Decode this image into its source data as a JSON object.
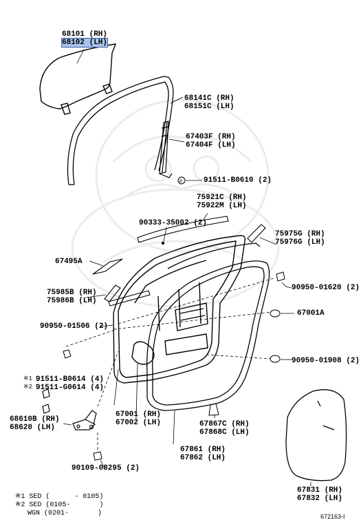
{
  "labels": {
    "p68101": "68101 (RH)",
    "p68102": "68102 (LH)",
    "p68141c": "68141C (RH)",
    "p68151c": "68151C (LH)",
    "p67403f": "67403F (RH)",
    "p67404f": "67404F (LH)",
    "p91511b0610": "91511-B0610 (2)",
    "p75921c": "75921C (RH)",
    "p75922m": "75922M (LH)",
    "p9033335002": "90333-35002 (2)",
    "p75975g": "75975G (RH)",
    "p75976g": "75976G (LH)",
    "p67495a": "67495A",
    "p9095001620": "90950-01620 (2)",
    "p75985b": "75985B (RH)",
    "p75986b": "75986B (LH)",
    "p67001a": "67001A",
    "p9095001506": "90950-01506 (2)",
    "p9095001908": "90950-01908 (2)",
    "p91511b0614": "91511-B0614 (4)",
    "p91511g0614": "91511-G0614 (4)",
    "mark1": "※1",
    "mark2": "※2",
    "p68610b": "68610B (RH)",
    "p68620": "68620 (LH)",
    "p67001": "67001 (RH)",
    "p67002": "67002 (LH)",
    "p67867c": "67867C (RH)",
    "p67868c": "67868C (LH)",
    "p67861": "67861 (RH)",
    "p67862": "67862 (LH)",
    "p9010908295": "90109-08295 (2)",
    "p67831": "67831 (RH)",
    "p67832": "67832 (LH)"
  },
  "legend": {
    "row1": "※1 SED (      - 0105)",
    "row2": "※2 SED (0105-       )",
    "row3": "   WGN (0201-       )"
  },
  "diagram_ref": "672163-I",
  "highlight_color": "#a9c4ec"
}
